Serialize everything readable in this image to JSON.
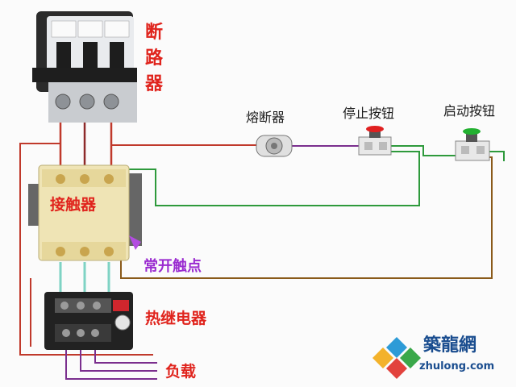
{
  "labels": {
    "breaker": [
      "断",
      "路",
      "器"
    ],
    "contactor": "接触器",
    "fuse": "熔断器",
    "stop_button": "停止按钮",
    "start_button": "启动按钮",
    "aux_contact": "常开触点",
    "thermal_relay": "热继电器",
    "load": "负载"
  },
  "watermark": {
    "brand": "築龍網",
    "url": "zhulong.com"
  },
  "colors": {
    "wire_red": "#c0392b",
    "wire_dark_red": "#8e2a2a",
    "wire_purple": "#7b2f8e",
    "wire_green": "#2e9a3c",
    "wire_brown": "#8a5a1a",
    "wire_cyan": "#7fd3c4",
    "stop_button": "#e02020",
    "start_button": "#22b030",
    "label_red": "#e0241d",
    "label_purple": "#9a2bd0"
  }
}
